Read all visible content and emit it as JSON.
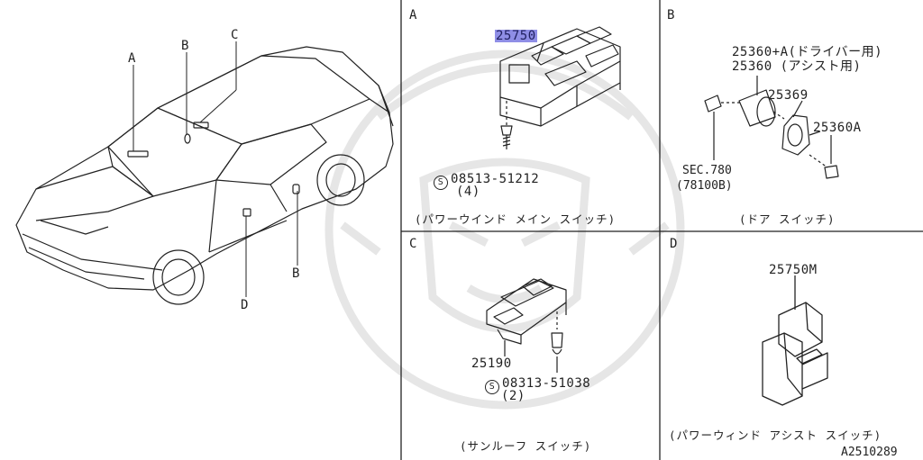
{
  "overview": {
    "callouts": {
      "a": "A",
      "b_top": "B",
      "c": "C",
      "b_bottom": "B",
      "d": "D"
    }
  },
  "section_a": {
    "letter": "A",
    "part_number": "25750",
    "bolt_number": "08513-51212",
    "bolt_qty": "(4)",
    "caption": "(パワーウインド メイン スイッチ)"
  },
  "section_b": {
    "letter": "B",
    "part_driver": "25360+A(ドライバー用)",
    "part_assist": "25360  (アシスト用)",
    "part_25369": "25369",
    "part_25360a": "25360A",
    "sec_ref": "SEC.780",
    "sec_ref_num": "(78100B)",
    "caption": "(ドア スイッチ)"
  },
  "section_c": {
    "letter": "C",
    "part_number": "25190",
    "bolt_number": "08313-51038",
    "bolt_qty": "(2)",
    "caption": "(サンルーフ スイッチ)"
  },
  "section_d": {
    "letter": "D",
    "part_number": "25750M",
    "caption": "(パワーウィンド アシスト スイッチ)",
    "diagram_code": "A2510289"
  },
  "symbols": {
    "standard_part_mark": "S"
  },
  "colors": {
    "line": "#222222",
    "highlight": "#8f8ee6",
    "watermark": "#e8e8e8"
  }
}
